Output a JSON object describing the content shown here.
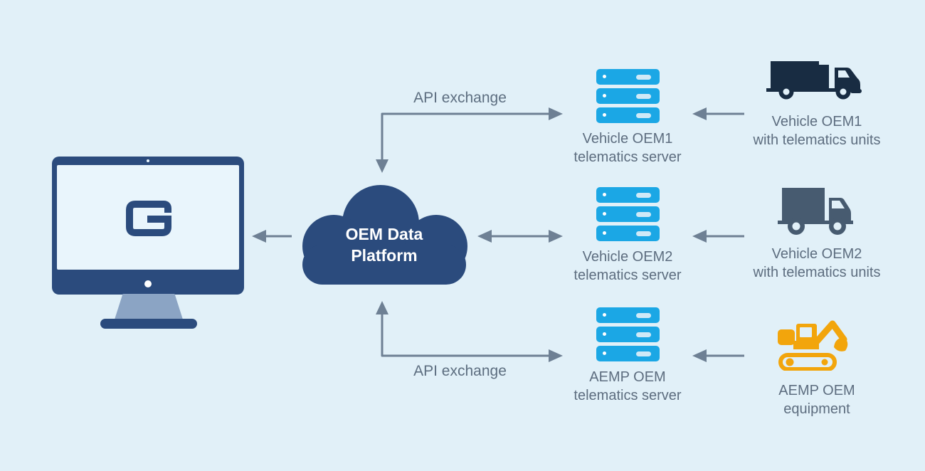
{
  "diagram_type": "architecture-diagram",
  "colors": {
    "background": "#e1f0f8",
    "navy": "#2b4b7d",
    "server_blue": "#1ba7e5",
    "truck_dark": "#182c42",
    "truck_gray": "#475b70",
    "equipment_orange": "#f2a50c",
    "arrow_gray": "#6e8094",
    "label_text": "#5d6d7f",
    "stand_gray_blue": "#8ba4c4"
  },
  "monitor": {
    "logo_letter": "G"
  },
  "cloud": {
    "line1": "OEM Data",
    "line2": "Platform"
  },
  "api_exchange": {
    "top_label": "API exchange",
    "bottom_label": "API exchange"
  },
  "servers": [
    {
      "line1": "Vehicle OEM1",
      "line2": "telematics server"
    },
    {
      "line1": "Vehicle OEM2",
      "line2": "telematics server"
    },
    {
      "line1": "AEMP OEM",
      "line2": "telematics server"
    }
  ],
  "endpoints": [
    {
      "icon": "truck-dark-icon",
      "line1": "Vehicle OEM1",
      "line2": "with telematics units"
    },
    {
      "icon": "truck-gray-icon",
      "line1": "Vehicle OEM2",
      "line2": "with telematics units"
    },
    {
      "icon": "excavator-icon",
      "line1": "AEMP OEM",
      "line2": "equipment"
    }
  ]
}
